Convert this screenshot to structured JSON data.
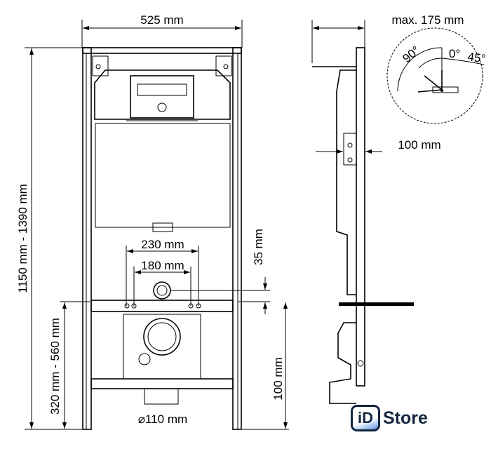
{
  "front_view": {
    "width_label": "525 mm",
    "height_label": "1150 mm - 1390 mm",
    "lower_height_label": "320 mm - 560 mm",
    "outer_spacing_label": "230 mm",
    "inner_spacing_label": "180 mm",
    "offset_label": "35 mm",
    "bottom_label": "100 mm",
    "drain_label": "⌀110 mm"
  },
  "side_view": {
    "depth_label": "max. 175 mm",
    "wall_label": "100 mm",
    "angles": [
      "90°",
      "0°",
      "45°"
    ]
  },
  "logo": {
    "mark": "iD",
    "text": "Store"
  }
}
